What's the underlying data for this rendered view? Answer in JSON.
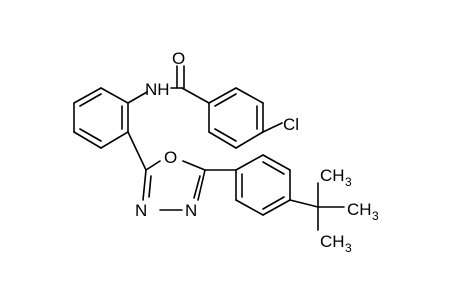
{
  "molecule": {
    "atoms": {
      "O_carbonyl": "O",
      "N_amide": "NH",
      "Cl": "Cl",
      "O_ring": "O",
      "N_ring_left": "N",
      "N_ring_right": "N",
      "methyl_top": "CH",
      "methyl_right": "CH",
      "methyl_bottom": "CH",
      "methyl_subscript": "3"
    }
  }
}
